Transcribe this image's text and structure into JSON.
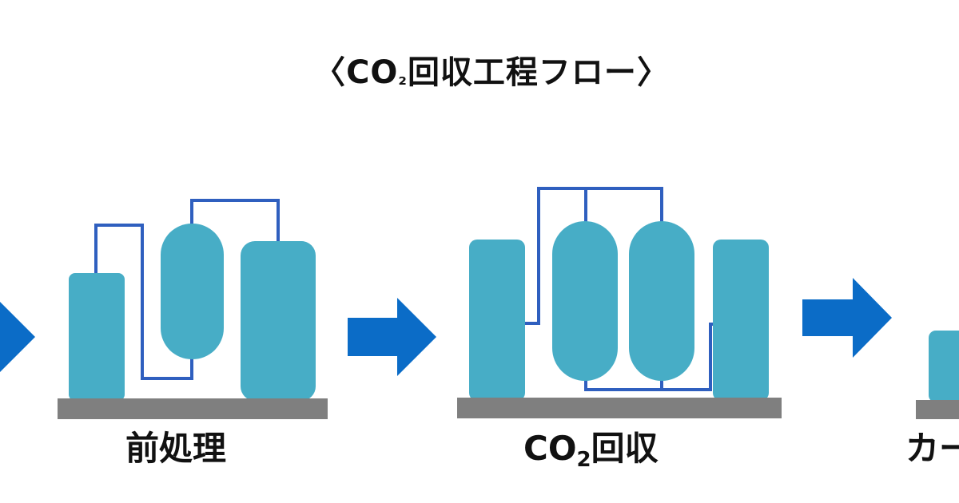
{
  "title": {
    "open_bracket": "〈",
    "prefix": "CO",
    "subscript": "₂",
    "suffix": "回収工程フロー",
    "close_bracket": "〉"
  },
  "stages": [
    {
      "id": "pretreatment",
      "label": "前処理"
    },
    {
      "id": "co2-recovery",
      "label_prefix": "CO",
      "label_sub": "2",
      "label_suffix": "回収"
    },
    {
      "id": "third-stage",
      "label": "カー"
    }
  ],
  "colors": {
    "vessel": "#47adc6",
    "pipe": "#2f5fbf",
    "base": "#7f7f7f",
    "arrow": "#0b6cc7",
    "text": "#111111"
  }
}
